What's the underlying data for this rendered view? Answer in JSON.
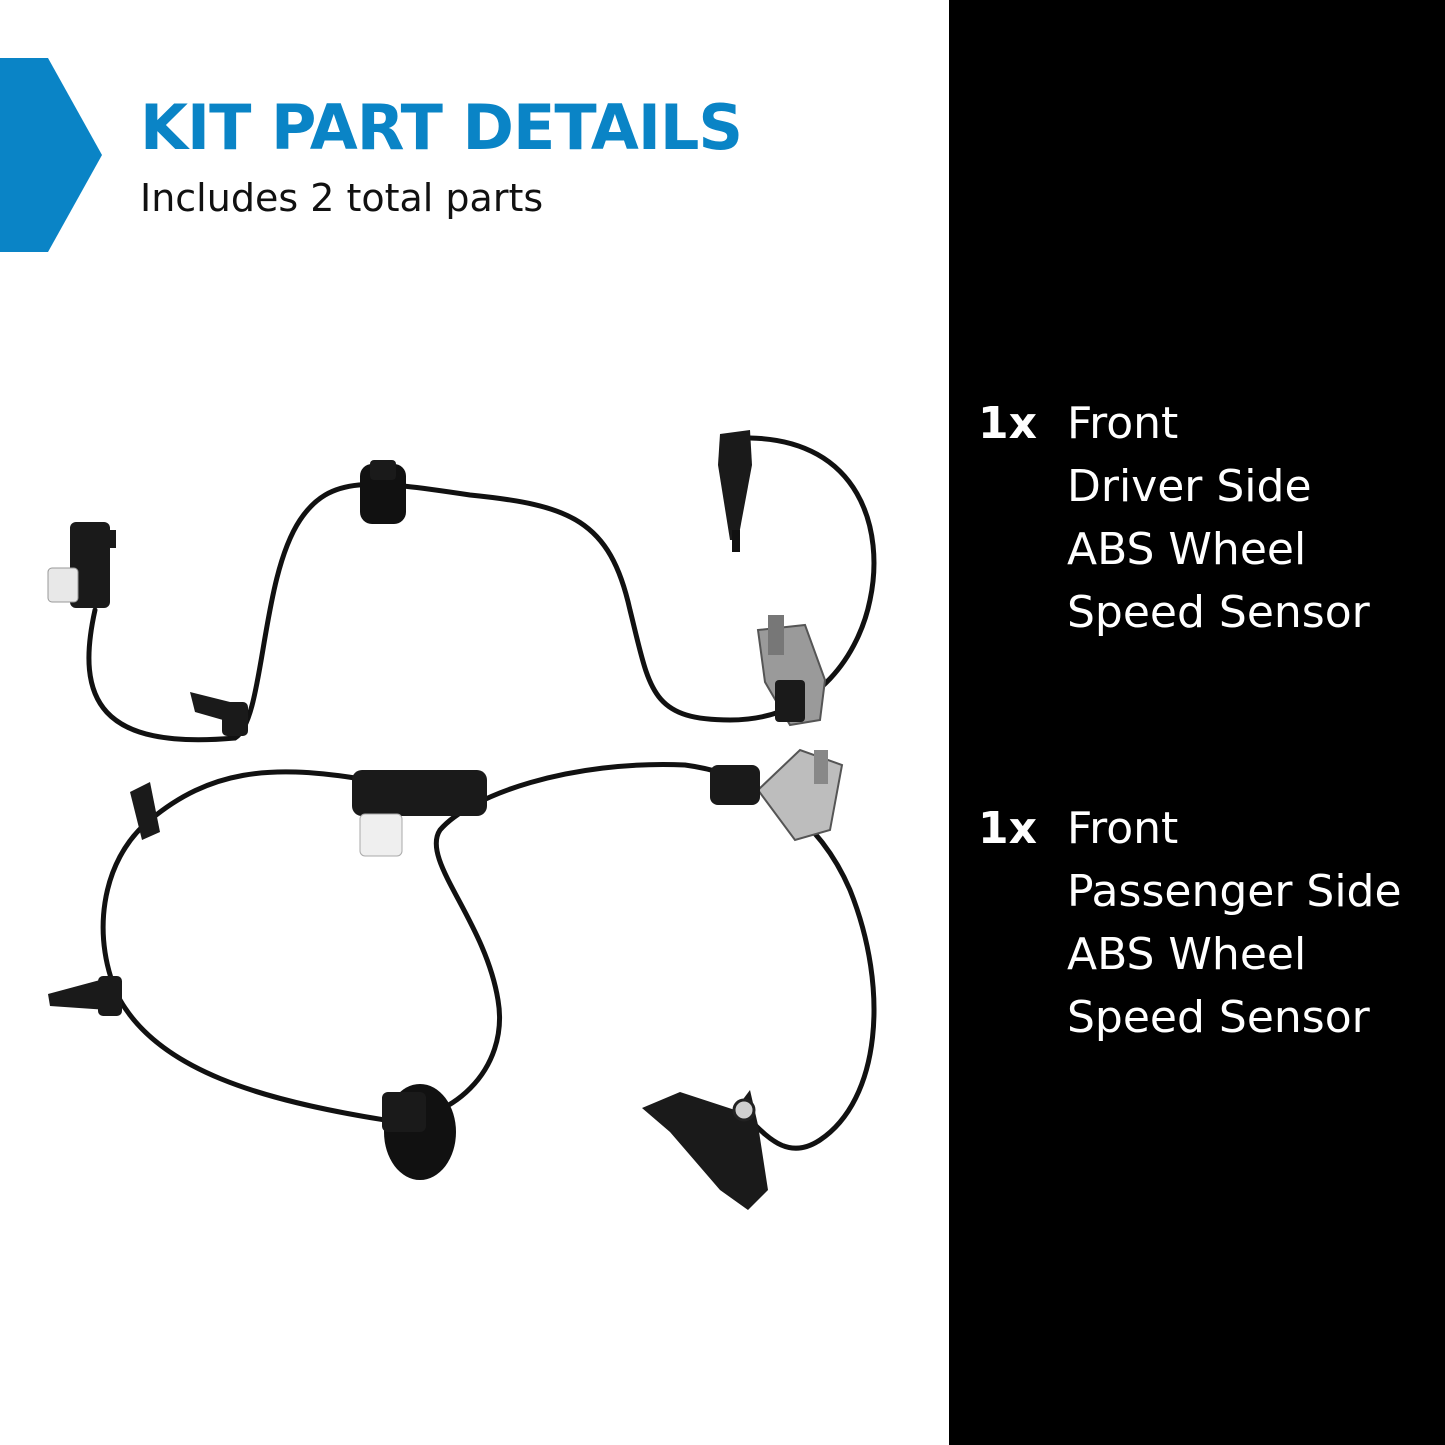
{
  "header": {
    "title": "KIT PART DETAILS",
    "subtitle": "Includes 2 total parts"
  },
  "colors": {
    "accent": "#0a84c6",
    "panel": "#000000",
    "background": "#ffffff"
  },
  "parts": [
    {
      "quantity": "1x",
      "lines": [
        "Front",
        "Driver Side",
        "ABS Wheel",
        "Speed Sensor"
      ]
    },
    {
      "quantity": "1x",
      "lines": [
        "Front",
        "Passenger Side",
        "ABS Wheel",
        "Speed Sensor"
      ]
    }
  ],
  "icons": {
    "chevron": "chevron-right-icon"
  }
}
